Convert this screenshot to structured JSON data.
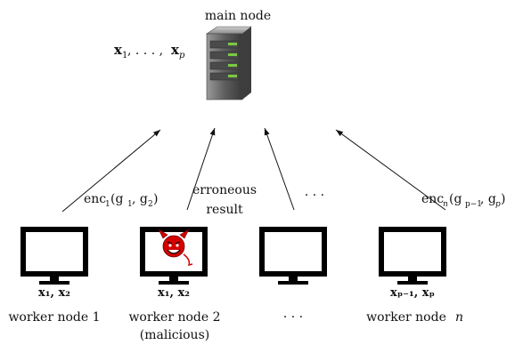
{
  "main": {
    "label": "main node",
    "data_vars": {
      "x1": "x",
      "sub1": "1",
      "comma_dots": ", . . . ,",
      "xp": "x",
      "subp": "p"
    }
  },
  "edges": [
    {
      "label_prefix": "enc",
      "label_sub": "1",
      "label_args": "(g",
      "g1sub": "1",
      "mid": ", g",
      "g2sub": "2",
      "close": ")"
    },
    {
      "label_line1": "erroneous",
      "label_line2": "result"
    },
    {
      "label": "· · ·"
    },
    {
      "label_prefix": "enc",
      "label_sub": "n",
      "label_args": "(g",
      "g1sub": "p−1",
      "mid": ", g",
      "g2sub": "p",
      "close": ")"
    }
  ],
  "workers": [
    {
      "data": "x₁, x₂",
      "name": "worker node 1"
    },
    {
      "data": "x₁, x₂",
      "name": "worker node 2",
      "note": "(malicious)"
    },
    {
      "data": "",
      "name": "· · ·"
    },
    {
      "data": "xₚ₋₁, xₚ",
      "name_prefix": "worker node",
      "name_var": "n"
    }
  ],
  "colors": {
    "server_body": "#7a7a7a",
    "server_led": "#7ac943",
    "devil": "#d40000"
  },
  "icons": {
    "server": "server-icon",
    "monitor": "monitor-icon",
    "devil": "devil-icon"
  }
}
